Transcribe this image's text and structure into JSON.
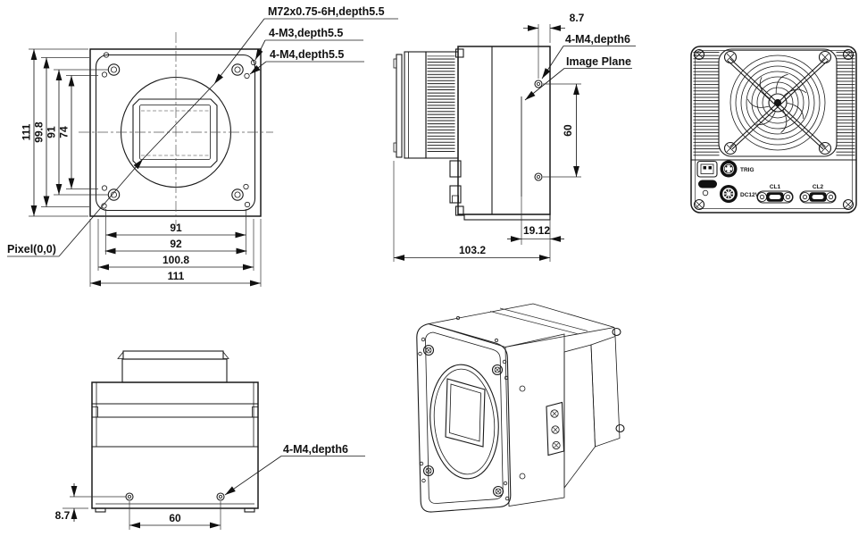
{
  "drawing": {
    "front_view": {
      "callouts": {
        "mount_thread": "M72x0.75-6H,depth5.5",
        "m3_holes": "4-M3,depth5.5",
        "m4_holes": "4-M4,depth5.5",
        "pixel_origin": "Pixel(0,0)"
      },
      "dims": {
        "height_overall": "111",
        "height_99_8": "99.8",
        "height_91": "91",
        "height_74": "74",
        "width_91": "91",
        "width_92": "92",
        "width_100_8": "100.8",
        "width_overall": "111"
      }
    },
    "side_view": {
      "callouts": {
        "m4_holes": "4-M4,depth6",
        "image_plane": "Image Plane"
      },
      "dims": {
        "screw_offset": "8.7",
        "screw_span": "60",
        "flange_distance": "19.12",
        "depth_overall": "103.2"
      }
    },
    "bottom_view": {
      "callouts": {
        "m4_holes": "4-M4,depth6"
      },
      "dims": {
        "screw_offset": "8.7",
        "screw_span": "60"
      }
    },
    "back_view": {
      "labels": {
        "trig": "TRIG",
        "dc12v": "DC12V",
        "cl1": "CL1",
        "cl2": "CL2"
      }
    },
    "colors": {
      "line": "#1a1a1a",
      "image_plane_line": "#999999",
      "connector_fill": "#111111"
    }
  }
}
